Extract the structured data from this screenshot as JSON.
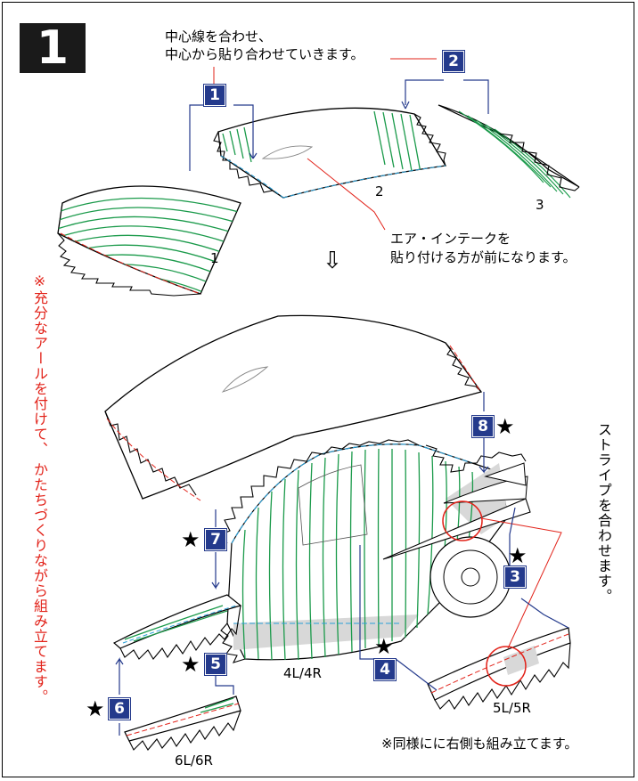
{
  "step_number": "1",
  "instructions": {
    "line1": "中心線を合わせ、",
    "line2": "中心から貼り合わせていきます。",
    "intake_line1": "エア・インテークを",
    "intake_line2": "貼り付ける方が前になります。",
    "stripe_note": "ストライプを合わせます。",
    "side_note": "※充分なアールを付けて、 かたちづくりながら組み立てます。",
    "bottom_note": "※同様にに右側も組み立てます。"
  },
  "parts": {
    "p1": "1",
    "p2": "2",
    "p3": "3",
    "p4": "4L/4R",
    "p5": "5L/5R",
    "p6": "6L/6R"
  },
  "badges": [
    "1",
    "2",
    "3",
    "4",
    "5",
    "6",
    "7",
    "8"
  ],
  "star": "★",
  "arrow": "⇩",
  "colors": {
    "badge": "#243a8c",
    "accent_red": "#e2231a",
    "stripe_green": "#1a9a4a",
    "guide_blue": "#2a3a9a",
    "dash_cyan": "#2aa0d8",
    "panel_gray": "#d8d8d8"
  }
}
